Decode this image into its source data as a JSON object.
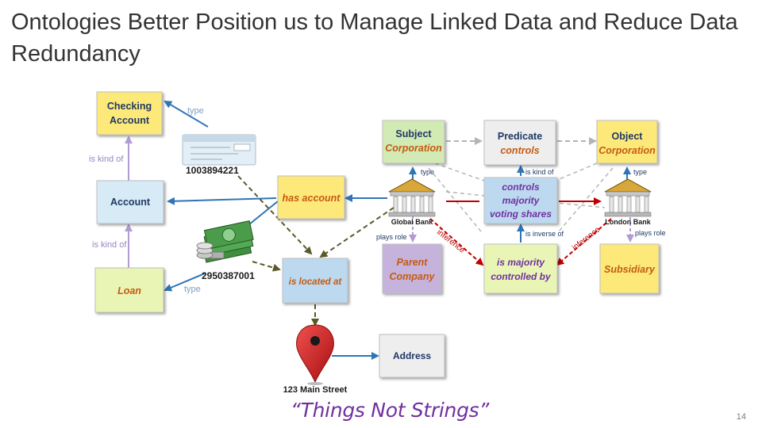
{
  "slide": {
    "title": "Ontologies Better Position us to Manage Linked Data and Reduce Data Redundancy",
    "tagline": "“Things Not Strings”",
    "page_number": "14"
  },
  "boxes": {
    "checking_account": {
      "line1": "Checking",
      "line2": "Account"
    },
    "account": {
      "label": "Account"
    },
    "loan": {
      "label": "Loan"
    },
    "has_account": {
      "label": "has account"
    },
    "is_located_at": {
      "label": "is located at"
    },
    "subject": {
      "line1": "Subject",
      "line2": "Corporation"
    },
    "predicate": {
      "line1": "Predicate",
      "line2": "controls"
    },
    "object": {
      "line1": "Object",
      "line2": "Corporation"
    },
    "controls_majority": {
      "line1": "controls",
      "line2": "majority",
      "line3": "voting shares"
    },
    "parent_company": {
      "line1": "Parent",
      "line2": "Company"
    },
    "is_majority_controlled": {
      "line1": "is majority",
      "line2": "controlled by"
    },
    "subsidiary": {
      "label": "Subsidiary"
    },
    "address": {
      "label": "Address"
    }
  },
  "labels": {
    "check_number": "1003894221",
    "cash_number": "2950387001",
    "global_bank": "Global Bank",
    "london_bank": "London Bank",
    "main_street": "123 Main Street"
  },
  "edges": {
    "type_check": "type",
    "is_kind_of_1": "is kind of",
    "is_kind_of_2": "is kind of",
    "type_cash": "type",
    "type_subject": "type",
    "is_kind_of_predicate": "is kind of",
    "type_object": "type",
    "plays_role_left": "plays role",
    "plays_role_right": "plays role",
    "inference_left": "inference",
    "inference_right": "inference",
    "is_inverse_of": "is inverse of"
  },
  "colors": {
    "yellow_box": "#fde97a",
    "yellow_green_box": "#e9f5b5",
    "light_blue_box": "#d6ebf5",
    "blue_box": "#bcd9ef",
    "light_green_box": "#d2ebb4",
    "gray_box": "#eeeeee",
    "purple_box": "#c6b3dc",
    "orange_text": "#c55a11",
    "navy_text": "#1f3864",
    "blue_arrow": "#2e75b6",
    "purple_arrow": "#b19bd4",
    "red_arrow": "#c00000",
    "olive_arrow": "#5a5a28",
    "pin_red": "#d92020"
  },
  "icons": [
    "check-icon",
    "money-stack-icon",
    "bank-building-icon",
    "map-pin-icon"
  ]
}
